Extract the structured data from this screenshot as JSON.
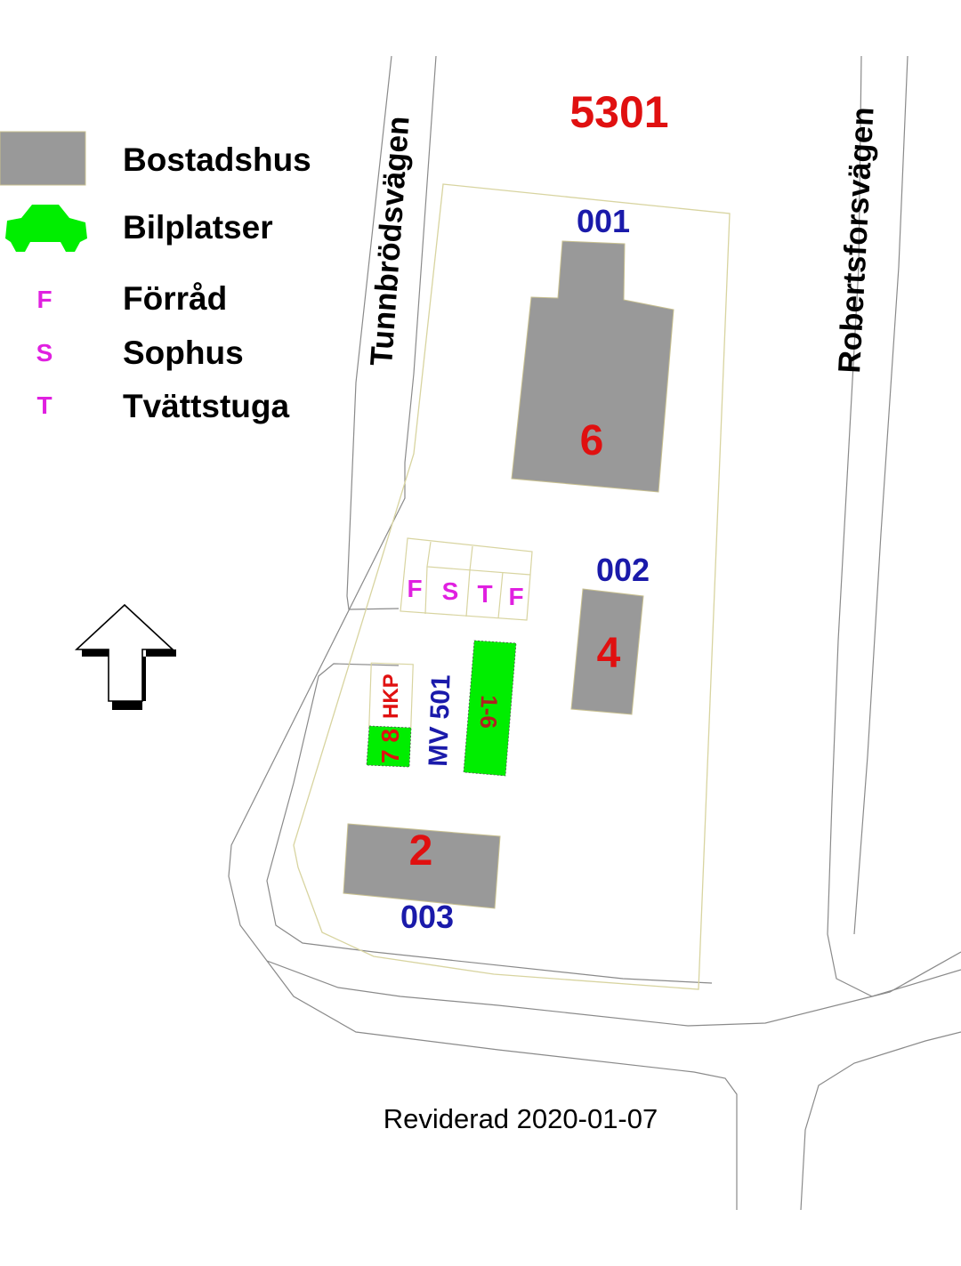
{
  "property_id": "5301",
  "roads": {
    "west": "Tunnbrödsvägen",
    "east": "Robertsforsvägen"
  },
  "legend": {
    "bostadshus": "Bostadshus",
    "bilplatser": "Bilplatser",
    "forrad_symbol": "F",
    "forrad": "Förråd",
    "sophus_symbol": "S",
    "sophus": "Sophus",
    "tvattstuga_symbol": "T",
    "tvattstuga": "Tvättstuga"
  },
  "buildings": {
    "b6": {
      "number": "6",
      "address": "001"
    },
    "b4": {
      "number": "4",
      "address": "002"
    },
    "b2": {
      "number": "2",
      "address": "003"
    }
  },
  "outbuildings": [
    "F",
    "S",
    "T",
    "F"
  ],
  "parking": {
    "hkp": "HKP",
    "spots_78": "7 8",
    "spots_16": "1-6",
    "mv": "MV 501"
  },
  "revision": "Reviderad 2020-01-07",
  "colors": {
    "building": "#999999",
    "parking": "#00ee00",
    "number_red": "#e01010",
    "address_blue": "#1a1aaa",
    "symbol_magenta": "#e020e0"
  }
}
